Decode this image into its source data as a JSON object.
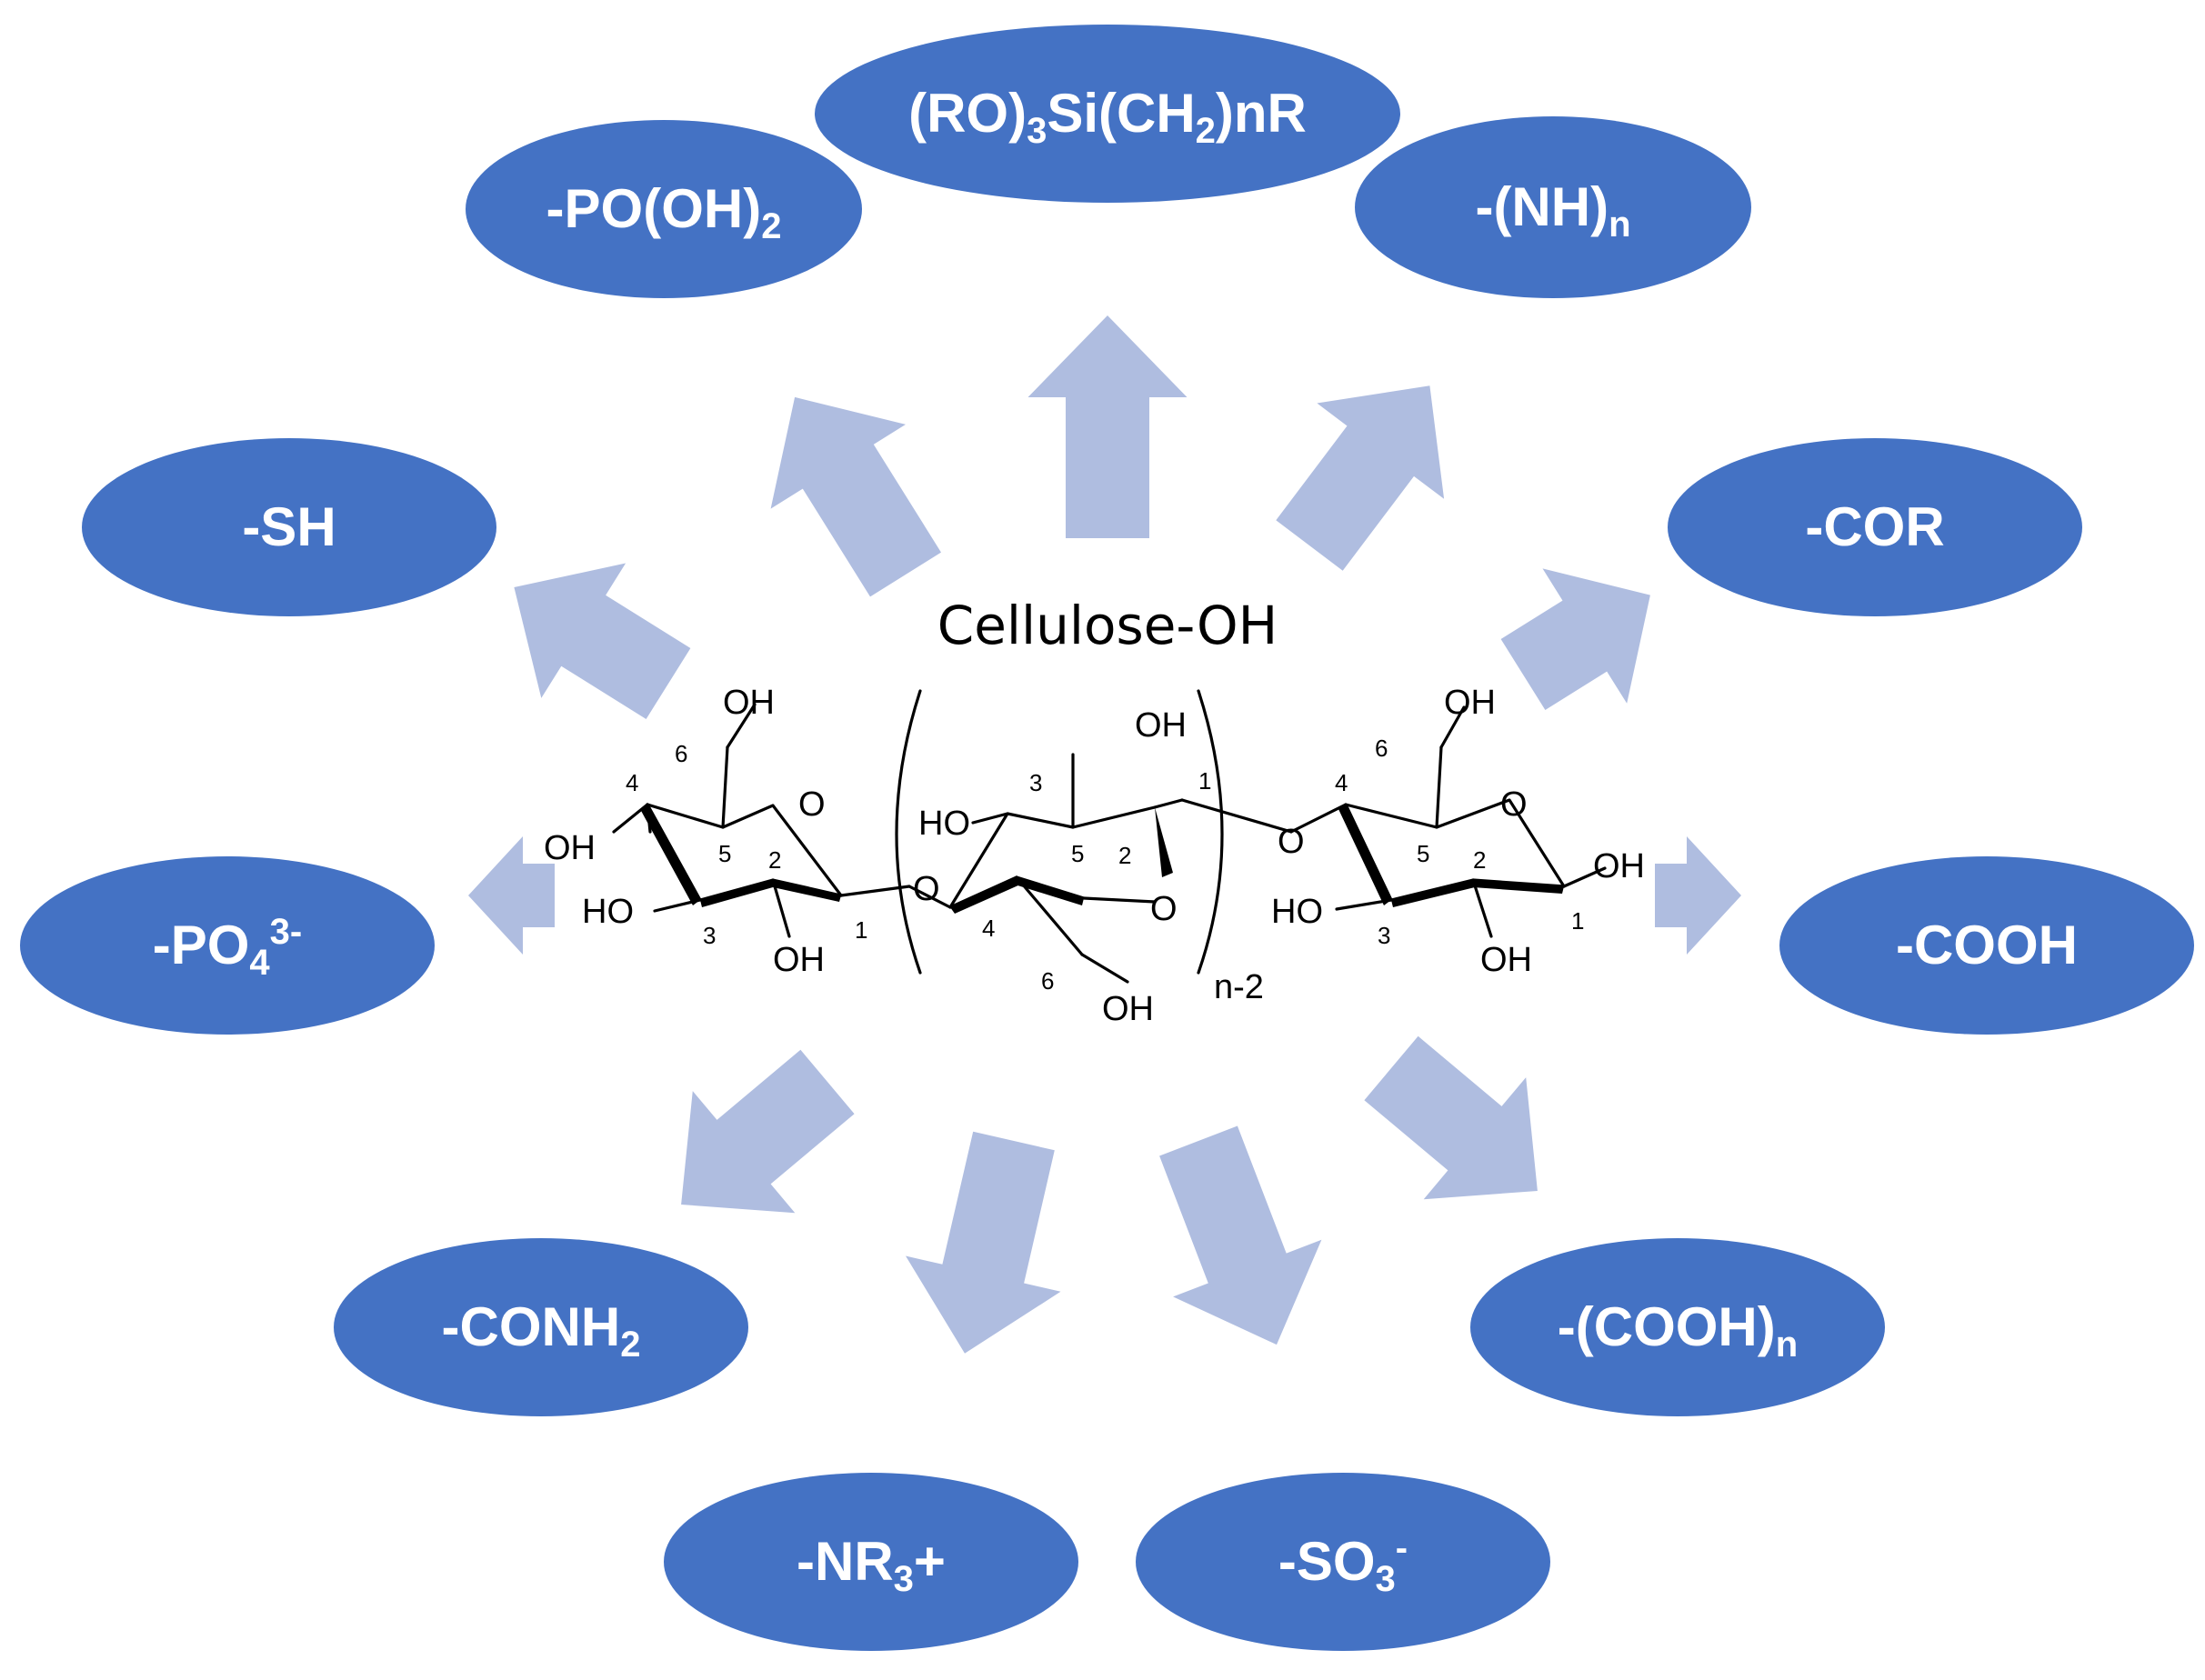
{
  "diagram": {
    "center": {
      "title": "Cellulose-OH",
      "structure": {
        "labels": {
          "oh_ring1_c6": "OH",
          "oh_ring1_c4": "OH",
          "ho_ring1_c3": "HO",
          "oh_ring1_c2": "OH",
          "o_ring1": "O",
          "o_link1": "O",
          "oh_ring2_c2": "OH",
          "ho_ring2_c3": "HO",
          "o_ring2": "O",
          "oh_ring2_c6": "OH",
          "o_link2": "O",
          "oh_ring3_c6": "OH",
          "o_ring3": "O",
          "ho_ring3_c3": "HO",
          "oh_ring3_c2": "OH",
          "oh_ring3_c1": "OH",
          "repeat_subscript": "n-2"
        },
        "numbers": {
          "r1_6": "6",
          "r1_4": "4",
          "r1_5": "5",
          "r1_2": "2",
          "r1_3": "3",
          "r1_1": "1",
          "r2_3": "3",
          "r2_2": "2",
          "r2_1": "1",
          "r2_5": "5",
          "r2_4": "4",
          "r2_6": "6",
          "r3_6": "6",
          "r3_4": "4",
          "r3_5": "5",
          "r3_2": "2",
          "r3_3": "3",
          "r3_1": "1"
        }
      }
    },
    "nodes": [
      {
        "id": "silane",
        "parts": [
          [
            "(RO)",
            ""
          ],
          [
            "3",
            "sub"
          ],
          [
            "Si(CH",
            ""
          ],
          [
            "2",
            "sub"
          ],
          [
            ")nR",
            ""
          ]
        ]
      },
      {
        "id": "phosphonate",
        "parts": [
          [
            "-PO(OH)",
            ""
          ],
          [
            "2",
            "sub"
          ]
        ]
      },
      {
        "id": "amine",
        "parts": [
          [
            "-(NH)",
            ""
          ],
          [
            "n",
            "sub"
          ]
        ]
      },
      {
        "id": "thiol",
        "parts": [
          [
            "-SH",
            ""
          ]
        ]
      },
      {
        "id": "ketone",
        "parts": [
          [
            "-COR",
            ""
          ]
        ]
      },
      {
        "id": "phosphate",
        "parts": [
          [
            "-PO",
            ""
          ],
          [
            "4",
            "sub"
          ],
          [
            "3-",
            "sup"
          ]
        ]
      },
      {
        "id": "carboxyl",
        "parts": [
          [
            "-COOH",
            ""
          ]
        ]
      },
      {
        "id": "amide",
        "parts": [
          [
            "-CONH",
            ""
          ],
          [
            "2",
            "sub"
          ]
        ]
      },
      {
        "id": "polycarboxyl",
        "parts": [
          [
            "-(COOH)",
            ""
          ],
          [
            "n",
            "sub"
          ]
        ]
      },
      {
        "id": "ammonium",
        "parts": [
          [
            "-NR",
            ""
          ],
          [
            "3",
            "sub"
          ],
          [
            "+",
            ""
          ]
        ]
      },
      {
        "id": "sulfonate",
        "parts": [
          [
            "-SO",
            ""
          ],
          [
            "3",
            "sub"
          ],
          [
            "-",
            "sup"
          ]
        ]
      }
    ],
    "colors": {
      "node_fill": "#4472C4",
      "node_text": "#FFFFFF",
      "arrow_fill": "#AFBDE0",
      "structure_ink": "#000000"
    }
  }
}
